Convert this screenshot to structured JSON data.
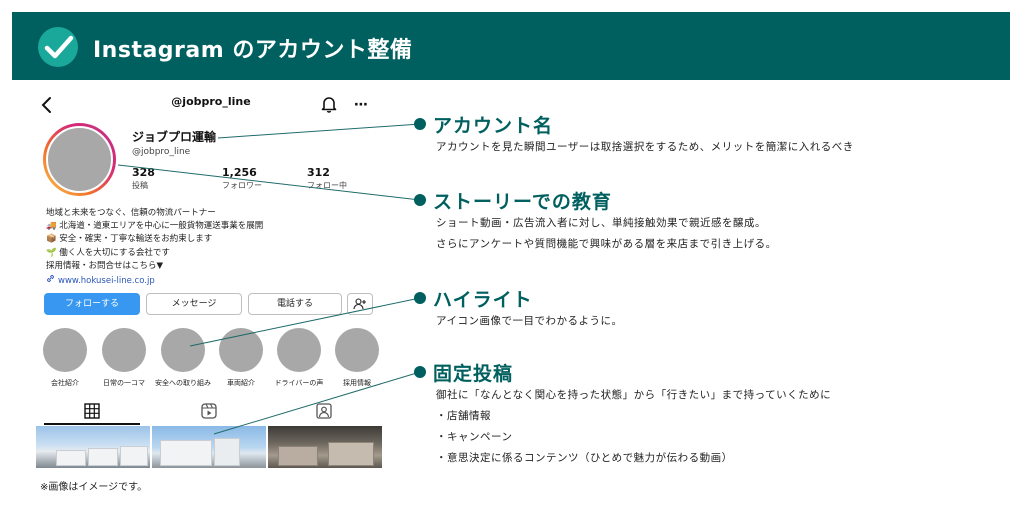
{
  "header": {
    "title": "Instagram のアカウント整備",
    "icon": "check-circle-icon",
    "bg_color": "#00605f",
    "icon_color": "#1aa89a"
  },
  "profile": {
    "username_top": "@jobpro_line",
    "name": "ジョブプロ運輸",
    "handle": "@jobpro_line",
    "stats": [
      {
        "num": "328",
        "label": "投稿"
      },
      {
        "num": "1,256",
        "label": "フォロワー"
      },
      {
        "num": "312",
        "label": "フォロー中"
      }
    ],
    "bio": [
      "地域と未来をつなぐ、信頼の物流パートナー",
      "🚚 北海道・道東エリアを中心に一般貨物運送事業を展開",
      "📦 安全・確実・丁寧な輸送をお約束します",
      "🌱 働く人を大切にする会社です",
      "採用情報・お問合せはこちら▼"
    ],
    "link": "www.hokusei-line.co.jp",
    "buttons": {
      "follow": "フォローする",
      "message": "メッセージ",
      "call": "電話する"
    },
    "highlights": [
      "会社紹介",
      "日常の一コマ",
      "安全への取り組み",
      "車両紹介",
      "ドライバーの声",
      "採用情報"
    ]
  },
  "note": "※画像はイメージです。",
  "callouts": [
    {
      "title": "アカウント名",
      "lines": [
        "アカウントを見た瞬間ユーザーは取捨選択をするため、メリットを簡潔に入れるべき"
      ]
    },
    {
      "title": "ストーリーでの教育",
      "lines": [
        "ショート動画・広告流入者に対し、単純接触効果で親近感を醸成。",
        "さらにアンケートや質問機能で興味がある層を来店まで引き上げる。"
      ]
    },
    {
      "title": "ハイライト",
      "lines": [
        "アイコン画像で一目でわかるように。"
      ]
    },
    {
      "title": "固定投稿",
      "lines": [
        "御社に「なんとなく関心を持った状態」から「行きたい」まで持っていくために",
        "・店舗情報",
        "・キャンペーン",
        "・意思決定に係るコンテンツ（ひとめで魅力が伝わる動画）"
      ]
    }
  ]
}
